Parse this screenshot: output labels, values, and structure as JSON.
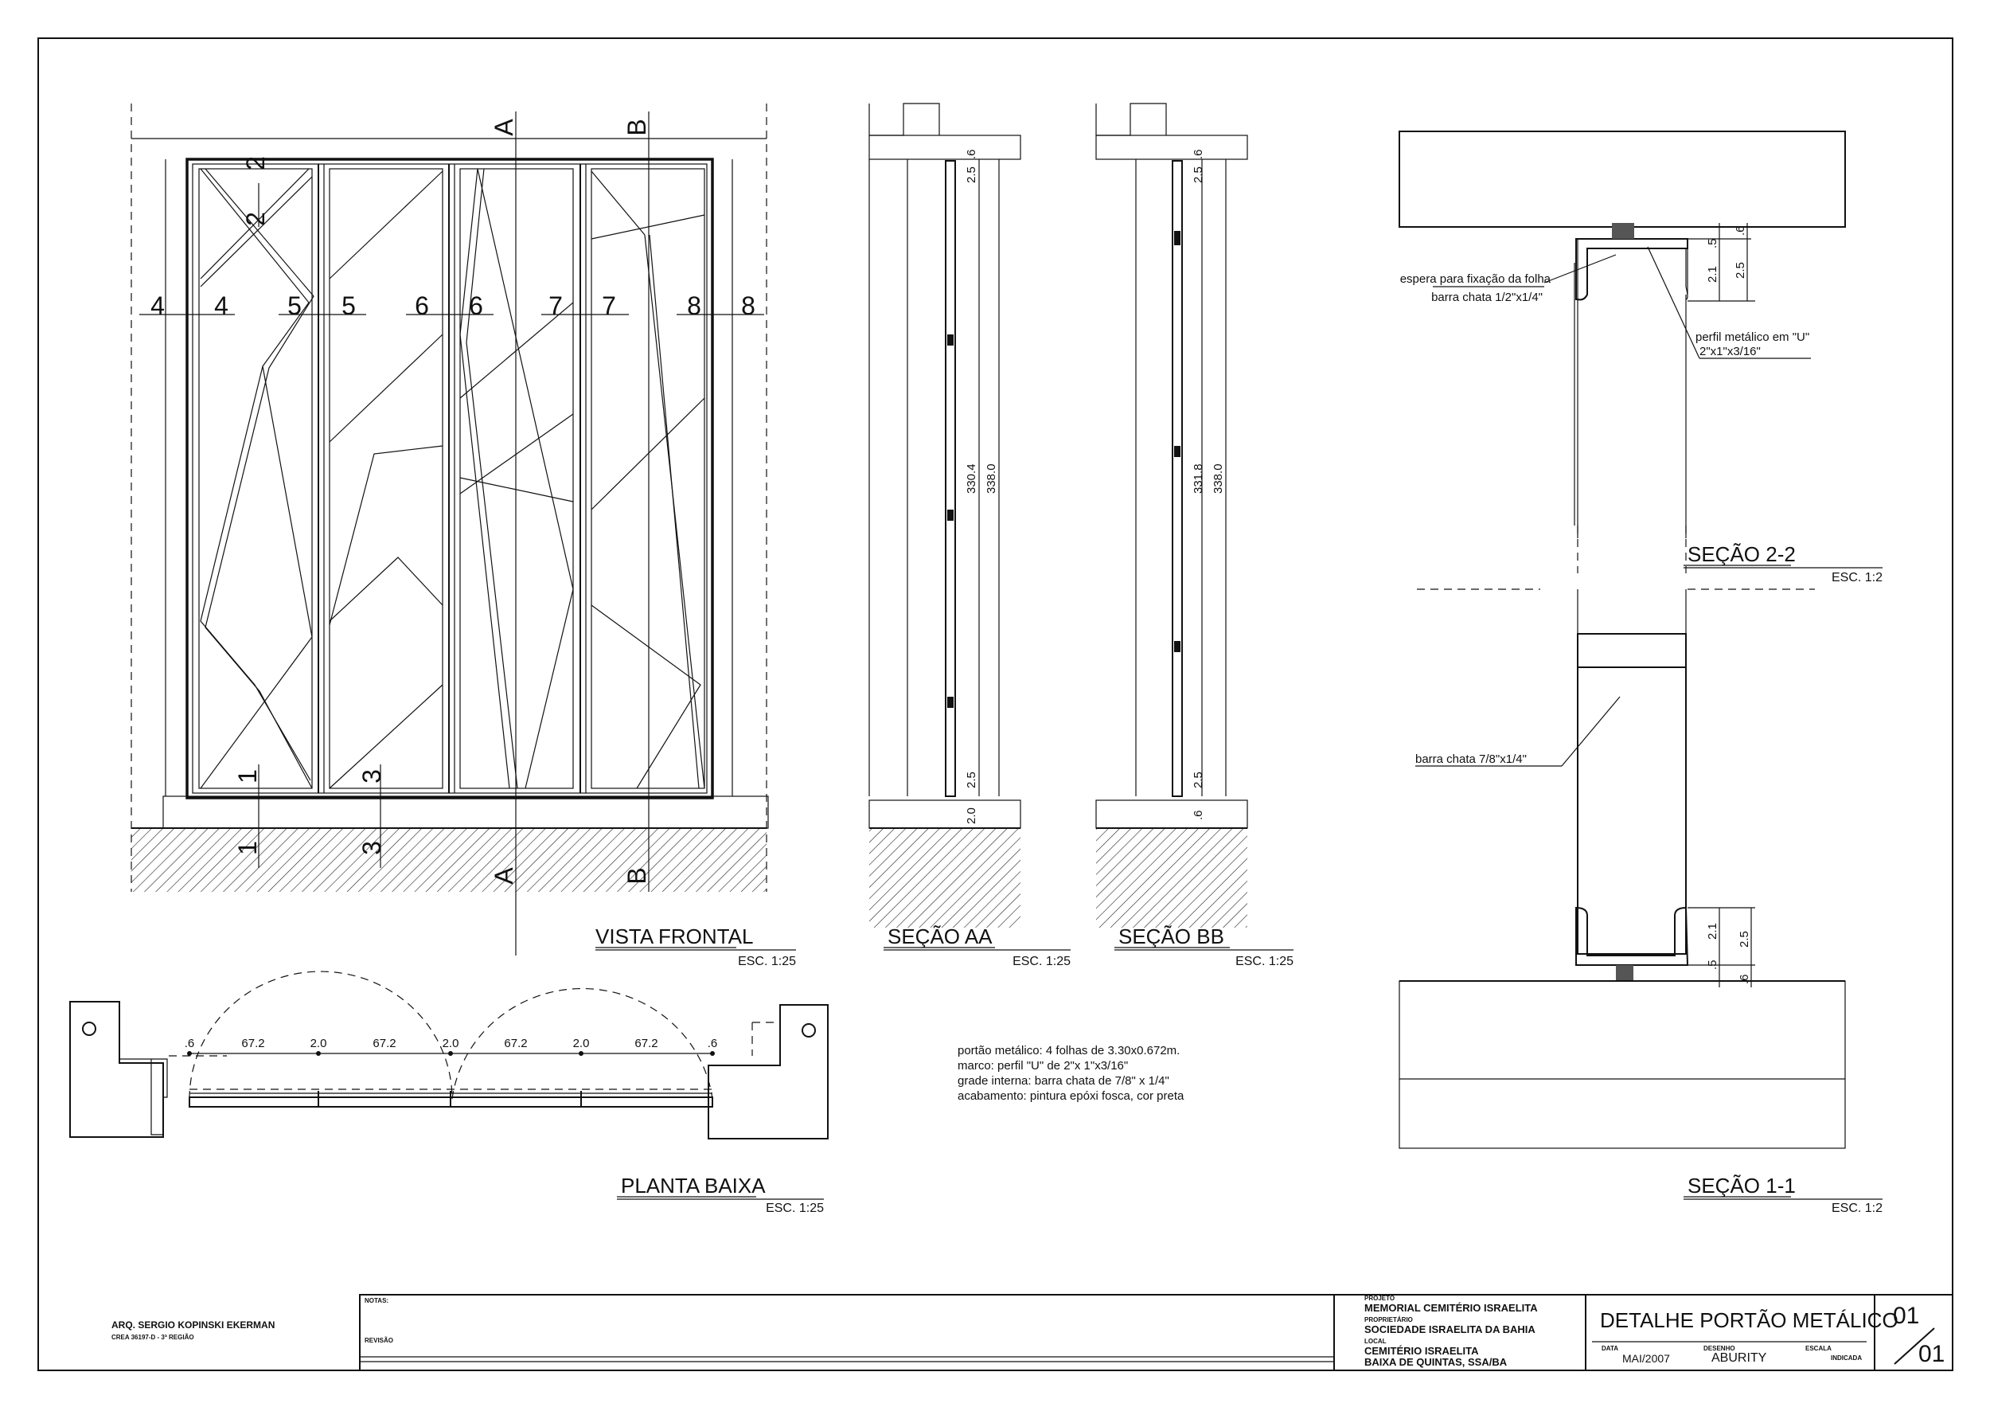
{
  "views": {
    "front": {
      "title": "VISTA FRONTAL",
      "scale": "ESC. 1:25"
    },
    "section_aa": {
      "title": "SEÇÃO AA",
      "scale": "ESC. 1:25",
      "dim_top": "2.5",
      "dim_top2": ".6",
      "dim_inner": "330.4",
      "dim_total": "338.0",
      "dim_bot": "2.5",
      "dim_bot2": "2.0"
    },
    "section_bb": {
      "title": "SEÇÃO BB",
      "scale": "ESC. 1:25",
      "dim_top": "2.5",
      "dim_top2": ".6",
      "dim_inner": "331.8",
      "dim_total": "338.0",
      "dim_bot": "2.5",
      "dim_bot2": ".6"
    },
    "section_22": {
      "title": "SEÇÃO 2-2",
      "scale": "ESC. 1:2",
      "label_left_1": "espera para fixação da folha",
      "label_left_2": "barra chata 1/2\"x1/4\"",
      "label_right_1": "perfil metálico em \"U\"",
      "label_right_2": "2\"x1\"x3/16\"",
      "dim_a": ".5",
      "dim_b": "2.1",
      "dim_c": ".6",
      "dim_d": "2.5"
    },
    "section_11": {
      "title": "SEÇÃO 1-1",
      "scale": "ESC. 1:2",
      "label": "barra chata 7/8\"x1/4\"",
      "dim_a": "2.1",
      "dim_b": ".5",
      "dim_c": "2.5",
      "dim_d": ".6"
    },
    "plan": {
      "title": "PLANTA BAIXA",
      "scale": "ESC. 1:25",
      "dims": [
        ".6",
        "67.2",
        "2.0",
        "67.2",
        "2.0",
        "67.2",
        "2.0",
        "67.2",
        ".6"
      ]
    }
  },
  "cut_marks": {
    "pairs": [
      "1",
      "2",
      "3",
      "4",
      "5",
      "6",
      "7",
      "8"
    ],
    "sections": [
      "A",
      "B"
    ]
  },
  "notes": [
    "portão metálico: 4 folhas de 3.30x0.672m.",
    "marco: perfil \"U\" de 2\"x 1\"x3/16\"",
    "grade interna: barra chata de 7/8\" x 1/4\"",
    "acabamento: pintura epóxi fosca, cor preta"
  ],
  "title_block": {
    "architect": "ARQ. SERGIO KOPINSKI EKERMAN",
    "crea": "CREA 36197-D - 3ª REGIÃO",
    "notas_label": "NOTAS:",
    "revisao_label": "REVISÃO",
    "projeto_label": "PROJETO",
    "projeto": "MEMORIAL CEMITÉRIO ISRAELITA",
    "proprietario_label": "PROPRIETÁRIO",
    "proprietario": "SOCIEDADE ISRAELITA DA BAHIA",
    "local_label": "LOCAL",
    "local_1": "CEMITÉRIO ISRAELITA",
    "local_2": "BAIXA DE QUINTAS, SSA/BA",
    "drawing_title": "DETALHE PORTÃO METÁLICO",
    "data_label": "DATA",
    "data": "MAI/2007",
    "desenho_label": "DESENHO",
    "desenho": "ABURITY",
    "escala_label": "ESCALA",
    "escala": "INDICADA",
    "sheet": "01",
    "total": "01"
  }
}
